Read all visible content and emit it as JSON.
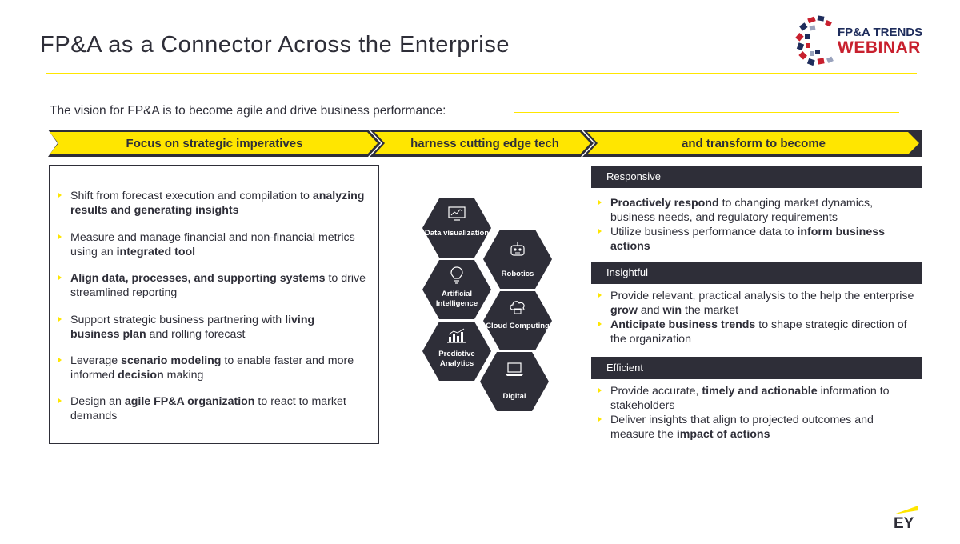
{
  "title": "FP&A as a Connector Across the Enterprise",
  "logo": {
    "line1": "FP&A TRENDS",
    "line2": "WEBINAR"
  },
  "vision": "The vision for FP&A is to become agile and drive business performance:",
  "banner": [
    {
      "label": "Focus on strategic imperatives"
    },
    {
      "label": "harness cutting edge tech"
    },
    {
      "label": "and transform to become"
    }
  ],
  "imperatives": [
    {
      "parts": [
        {
          "t": "Shift from forecast execution and compilation to ",
          "b": false
        },
        {
          "t": "analyzing results and generating insights",
          "b": true
        }
      ]
    },
    {
      "parts": [
        {
          "t": "Measure and manage financial and non-financial metrics using an ",
          "b": false
        },
        {
          "t": "integrated tool",
          "b": true
        }
      ]
    },
    {
      "parts": [
        {
          "t": "Align data, processes, and supporting systems",
          "b": true
        },
        {
          "t": " to drive streamlined reporting",
          "b": false
        }
      ]
    },
    {
      "parts": [
        {
          "t": "Support strategic business partnering with ",
          "b": false
        },
        {
          "t": "living business plan",
          "b": true
        },
        {
          "t": " and rolling forecast",
          "b": false
        }
      ]
    },
    {
      "parts": [
        {
          "t": "Leverage ",
          "b": false
        },
        {
          "t": "scenario modeling",
          "b": true
        },
        {
          "t": " to enable faster and more informed ",
          "b": false
        },
        {
          "t": "decision",
          "b": true
        },
        {
          "t": " making",
          "b": false
        }
      ]
    },
    {
      "parts": [
        {
          "t": "Design an ",
          "b": false
        },
        {
          "t": "agile FP&A organization",
          "b": true
        },
        {
          "t": " to react to market demands",
          "b": false
        }
      ]
    }
  ],
  "tech": [
    {
      "label": "Data visualization",
      "icon": "chart-screen-icon"
    },
    {
      "label": "Robotics",
      "icon": "robot-icon"
    },
    {
      "label": "Artificial Intelligence",
      "icon": "lightbulb-icon"
    },
    {
      "label": "Cloud Computing",
      "icon": "cloud-icon"
    },
    {
      "label": "Predictive Analytics",
      "icon": "bar-trend-icon"
    },
    {
      "label": "Digital",
      "icon": "laptop-icon"
    }
  ],
  "outcomes": [
    {
      "heading": "Responsive",
      "bullets": [
        {
          "parts": [
            {
              "t": "Proactively respond",
              "b": true
            },
            {
              "t": " to changing market dynamics, business needs, and regulatory requirements",
              "b": false
            }
          ]
        },
        {
          "parts": [
            {
              "t": "Utilize business performance data to ",
              "b": false
            },
            {
              "t": "inform business actions",
              "b": true
            }
          ]
        }
      ]
    },
    {
      "heading": "Insightful",
      "bullets": [
        {
          "parts": [
            {
              "t": "Provide relevant, practical analysis to the help the enterprise ",
              "b": false
            },
            {
              "t": "grow",
              "b": true
            },
            {
              "t": " and ",
              "b": false
            },
            {
              "t": "win",
              "b": true
            },
            {
              "t": " the market",
              "b": false
            }
          ]
        },
        {
          "parts": [
            {
              "t": "Anticipate business trends",
              "b": true
            },
            {
              "t": " to shape strategic direction of the organization",
              "b": false
            }
          ]
        }
      ]
    },
    {
      "heading": "Efficient",
      "bullets": [
        {
          "parts": [
            {
              "t": "Provide accurate, ",
              "b": false
            },
            {
              "t": "timely and actionable",
              "b": true
            },
            {
              "t": " information to stakeholders",
              "b": false
            }
          ]
        },
        {
          "parts": [
            {
              "t": "Deliver insights that align to projected outcomes and measure the ",
              "b": false
            },
            {
              "t": "impact of actions",
              "b": true
            }
          ]
        }
      ]
    }
  ],
  "footer_logo": "EY",
  "colors": {
    "accent": "#ffe600",
    "dark": "#2e2e38",
    "logo_red": "#c8202e",
    "logo_navy": "#1f2d5c"
  }
}
